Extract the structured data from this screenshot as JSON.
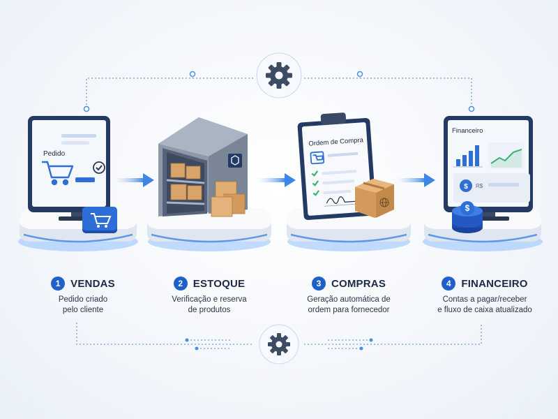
{
  "colors": {
    "accent": "#1f5fc9",
    "connector": "#4a8fe0",
    "platform_glow": "#5aa2ff",
    "monitor_frame": "#243a63",
    "box": "#d9a46a",
    "green_check": "#3bb273"
  },
  "top_hub": {
    "icon": "gear-icon"
  },
  "bottom_hub": {
    "icon": "gear-icon"
  },
  "steps": [
    {
      "number": "1",
      "title": "VENDAS",
      "desc_line1": "Pedido criado",
      "desc_line2": "pelo cliente",
      "screen_title": "Pedido",
      "icons": [
        "monitor-icon",
        "cart-icon",
        "check-icon",
        "cart-badge-icon"
      ]
    },
    {
      "number": "2",
      "title": "ESTOQUE",
      "desc_line1": "Verificação e reserva",
      "desc_line2": "de produtos",
      "icons": [
        "warehouse-icon",
        "box-icon"
      ]
    },
    {
      "number": "3",
      "title": "COMPRAS",
      "desc_line1": "Geração automática de",
      "desc_line2": "ordem para fornecedor",
      "screen_title": "Ordem de Compra",
      "icons": [
        "clipboard-icon",
        "cart-icon",
        "check-icon",
        "signature-icon",
        "box-icon",
        "globe-icon"
      ]
    },
    {
      "number": "4",
      "title": "FINANCEIRO",
      "desc_line1": "Contas a pagar/receber",
      "desc_line2": "e fluxo de caixa atualizado",
      "screen_title": "Financeiro",
      "currency_label": "R$",
      "icons": [
        "monitor-icon",
        "bar-chart-icon",
        "line-chart-icon",
        "dollar-icon",
        "coin-stack-icon"
      ]
    }
  ]
}
